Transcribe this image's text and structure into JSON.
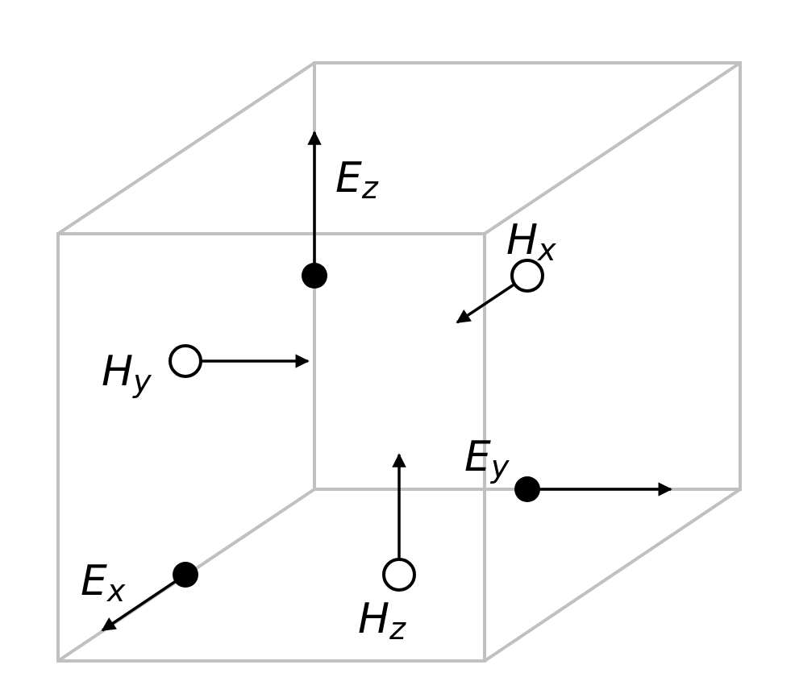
{
  "colors": {
    "cube_edges": "#c0c0c0",
    "vectors": "#000000"
  },
  "components": [
    {
      "id": "ez",
      "symbol": "E",
      "subscript": "z",
      "marker": "filled-dot"
    },
    {
      "id": "hx",
      "symbol": "H",
      "subscript": "x",
      "marker": "open-circle"
    },
    {
      "id": "hy",
      "symbol": "H",
      "subscript": "y",
      "marker": "open-circle"
    },
    {
      "id": "ey",
      "symbol": "E",
      "subscript": "y",
      "marker": "filled-dot"
    },
    {
      "id": "hz",
      "symbol": "H",
      "subscript": "z",
      "marker": "open-circle"
    },
    {
      "id": "ex",
      "symbol": "E",
      "subscript": "x",
      "marker": "filled-dot"
    }
  ]
}
